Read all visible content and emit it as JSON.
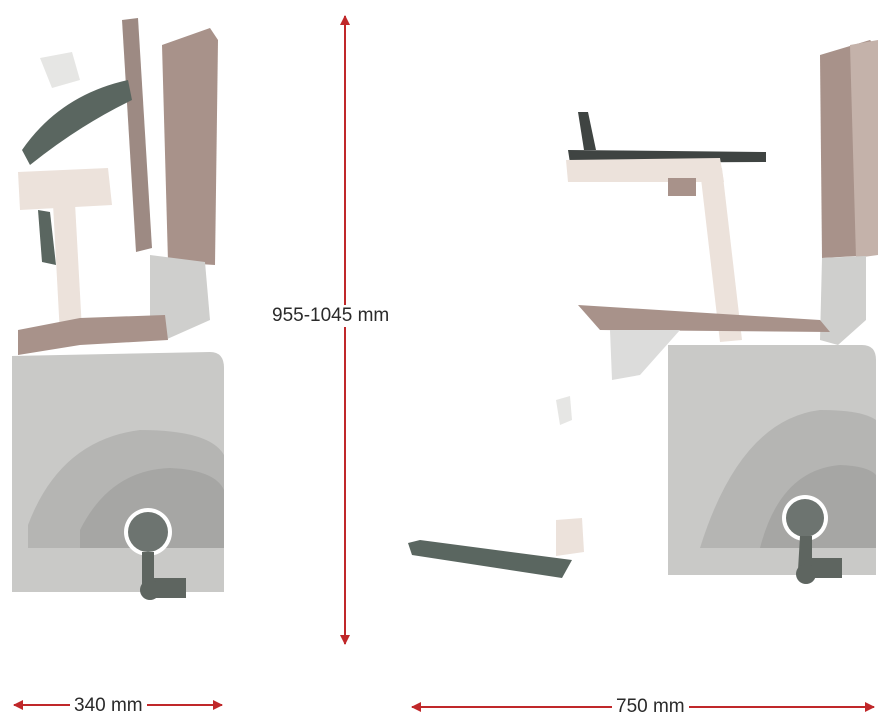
{
  "dimensions": {
    "height_label": "955-1045 mm",
    "folded_width_label": "340 mm",
    "open_width_label": "750 mm"
  },
  "colors": {
    "arrow": "#c0282a",
    "upholstery": "#a8928a",
    "footrest": "#5a6660",
    "body": "#c9c9c7",
    "frame": "#ece2db"
  }
}
